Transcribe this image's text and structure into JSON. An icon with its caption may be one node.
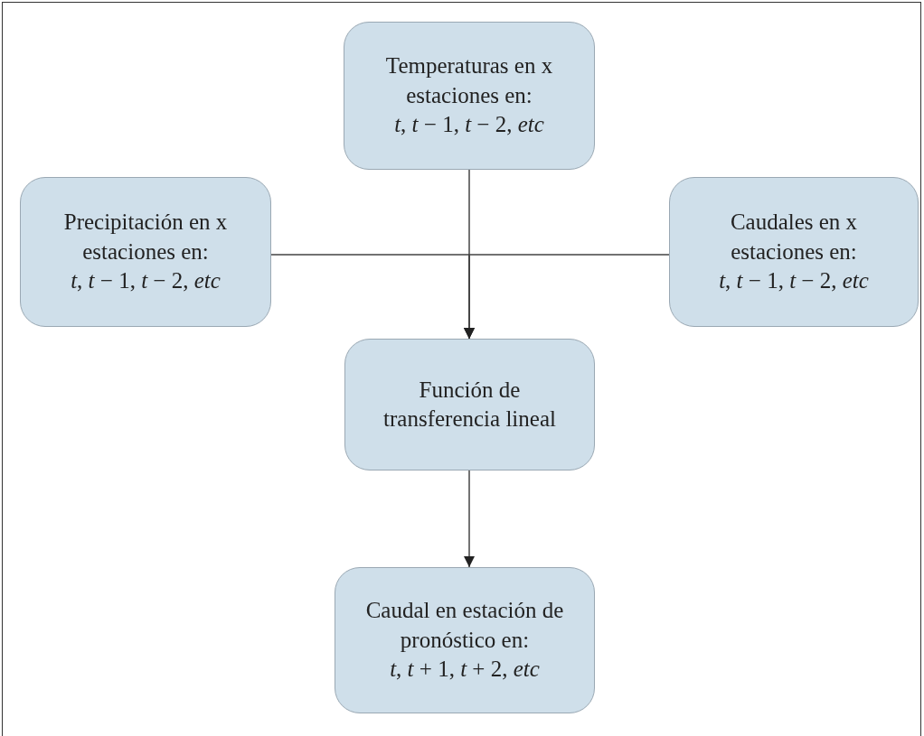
{
  "diagram": {
    "nodes": [
      {
        "text": [
          "Temperaturas en x estaciones en:",
          "*t*, *t* − 1, *t* − 2, *etc*"
        ]
      },
      {
        "text": [
          "Precipitación en x estaciones en:",
          "*t*, *t* − 1, *t* − 2, *etc*"
        ]
      },
      {
        "text": [
          "Caudales en x estaciones en:",
          "*t*, *t* − 1, *t* − 2, *etc*"
        ]
      },
      {
        "text": [
          "Función de transferencia lineal"
        ]
      },
      {
        "text": [
          "Caudal en estación de pronóstico en:",
          "*t*, *t* + 1, *t* + 2, *etc*"
        ]
      }
    ],
    "edges": [
      {
        "from": 0,
        "to": 3,
        "arrow": "to"
      },
      {
        "from": 1,
        "to": 3,
        "arrow": "to"
      },
      {
        "from": 2,
        "to": 3,
        "arrow": "to"
      },
      {
        "from": 3,
        "to": 4,
        "arrow": "to"
      }
    ]
  }
}
